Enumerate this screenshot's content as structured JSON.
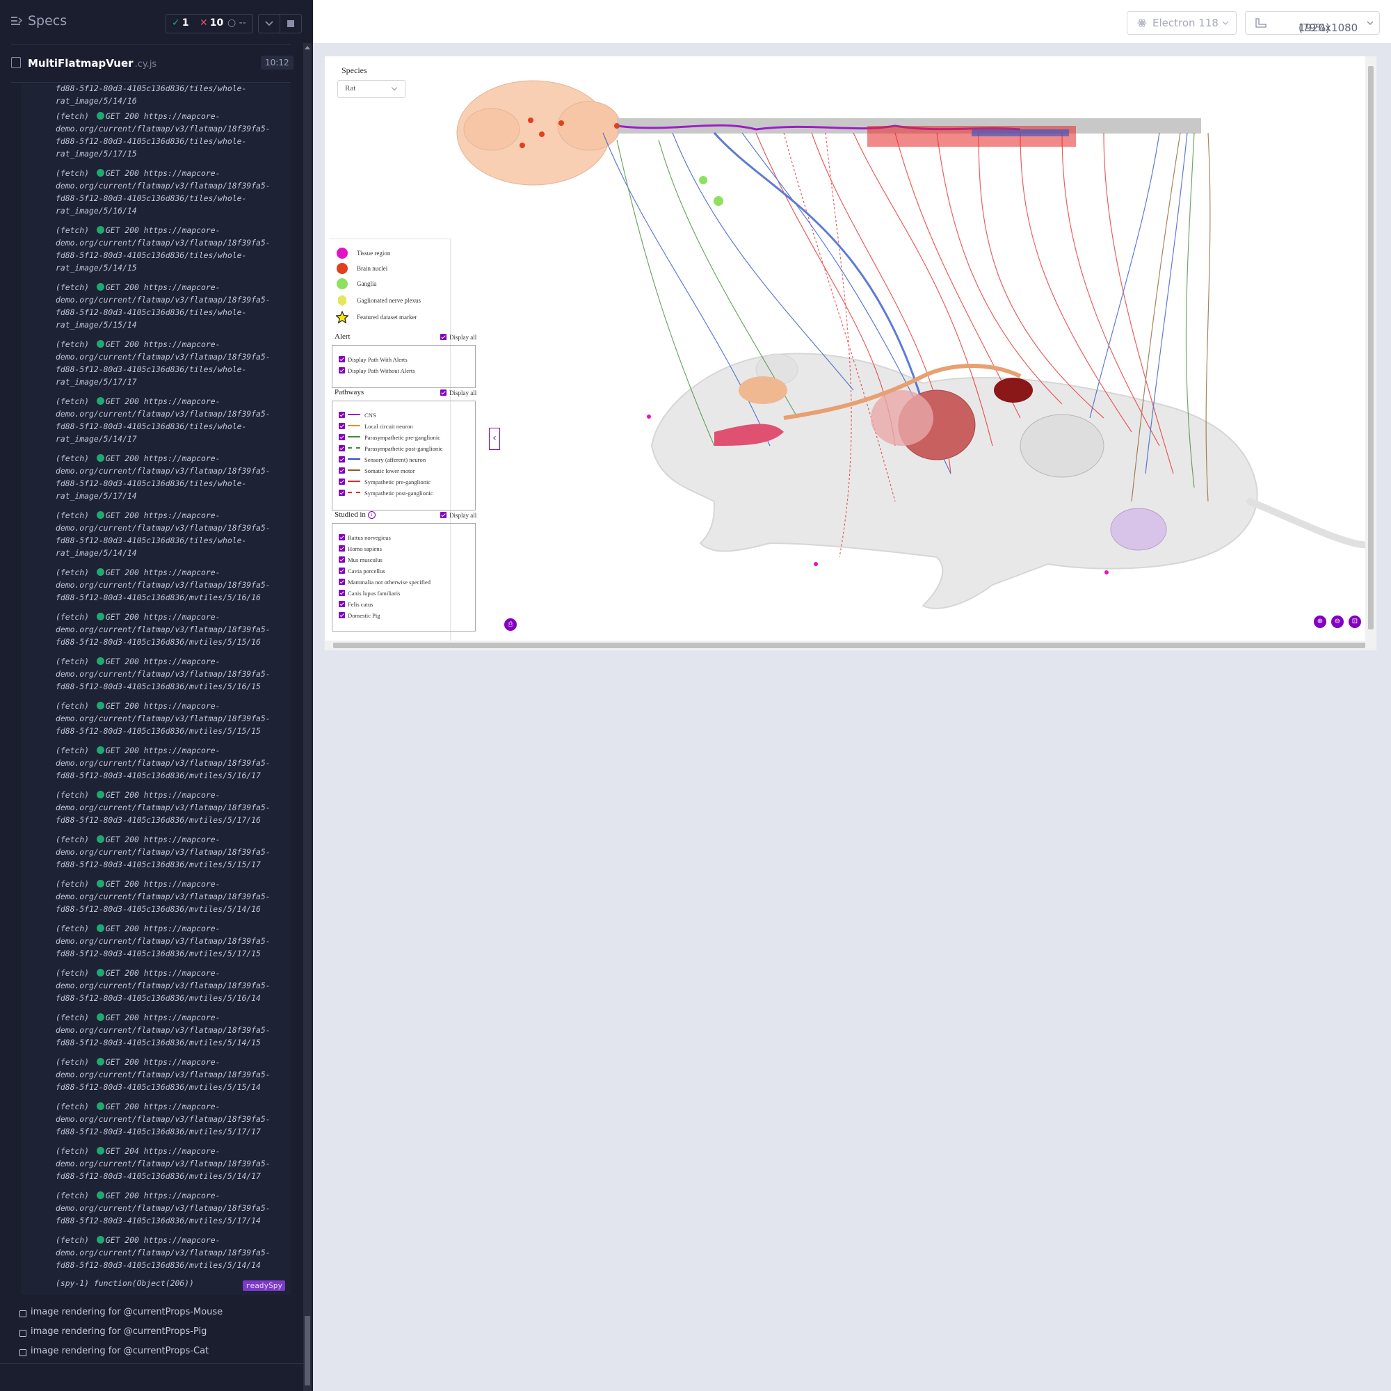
{
  "reporter": {
    "title": "Specs",
    "stats": {
      "passed": "1",
      "failed": "10",
      "pending": "--"
    },
    "spec_file": {
      "name": "MultiFlatmapVuer",
      "ext": ".cy.js",
      "duration": "10:12"
    },
    "log_first_tail": {
      "line1": "fd88-5f12-80d3-4105c136d836/tiles/whole-",
      "line2": "rat_image/5/14/16"
    },
    "log_entries": [
      {
        "kind": "(fetch)",
        "status": "GET 200",
        "l1": "https://mapcore-",
        "l2": "demo.org/current/flatmap/v3/flatmap/18f39fa5-",
        "l3": "fd88-5f12-80d3-4105c136d836/tiles/whole-",
        "l4": "rat_image/5/17/15"
      },
      {
        "kind": "(fetch)",
        "status": "GET 200",
        "l1": "https://mapcore-",
        "l2": "demo.org/current/flatmap/v3/flatmap/18f39fa5-",
        "l3": "fd88-5f12-80d3-4105c136d836/tiles/whole-",
        "l4": "rat_image/5/16/14"
      },
      {
        "kind": "(fetch)",
        "status": "GET 200",
        "l1": "https://mapcore-",
        "l2": "demo.org/current/flatmap/v3/flatmap/18f39fa5-",
        "l3": "fd88-5f12-80d3-4105c136d836/tiles/whole-",
        "l4": "rat_image/5/14/15"
      },
      {
        "kind": "(fetch)",
        "status": "GET 200",
        "l1": "https://mapcore-",
        "l2": "demo.org/current/flatmap/v3/flatmap/18f39fa5-",
        "l3": "fd88-5f12-80d3-4105c136d836/tiles/whole-",
        "l4": "rat_image/5/15/14"
      },
      {
        "kind": "(fetch)",
        "status": "GET 200",
        "l1": "https://mapcore-",
        "l2": "demo.org/current/flatmap/v3/flatmap/18f39fa5-",
        "l3": "fd88-5f12-80d3-4105c136d836/tiles/whole-",
        "l4": "rat_image/5/17/17"
      },
      {
        "kind": "(fetch)",
        "status": "GET 200",
        "l1": "https://mapcore-",
        "l2": "demo.org/current/flatmap/v3/flatmap/18f39fa5-",
        "l3": "fd88-5f12-80d3-4105c136d836/tiles/whole-",
        "l4": "rat_image/5/14/17"
      },
      {
        "kind": "(fetch)",
        "status": "GET 200",
        "l1": "https://mapcore-",
        "l2": "demo.org/current/flatmap/v3/flatmap/18f39fa5-",
        "l3": "fd88-5f12-80d3-4105c136d836/tiles/whole-",
        "l4": "rat_image/5/17/14"
      },
      {
        "kind": "(fetch)",
        "status": "GET 200",
        "l1": "https://mapcore-",
        "l2": "demo.org/current/flatmap/v3/flatmap/18f39fa5-",
        "l3": "fd88-5f12-80d3-4105c136d836/tiles/whole-",
        "l4": "rat_image/5/14/14"
      },
      {
        "kind": "(fetch)",
        "status": "GET 200",
        "l1": "https://mapcore-",
        "l2": "demo.org/current/flatmap/v3/flatmap/18f39fa5-",
        "l3": "fd88-5f12-80d3-4105c136d836/mvtiles/5/16/16"
      },
      {
        "kind": "(fetch)",
        "status": "GET 200",
        "l1": "https://mapcore-",
        "l2": "demo.org/current/flatmap/v3/flatmap/18f39fa5-",
        "l3": "fd88-5f12-80d3-4105c136d836/mvtiles/5/15/16"
      },
      {
        "kind": "(fetch)",
        "status": "GET 200",
        "l1": "https://mapcore-",
        "l2": "demo.org/current/flatmap/v3/flatmap/18f39fa5-",
        "l3": "fd88-5f12-80d3-4105c136d836/mvtiles/5/16/15"
      },
      {
        "kind": "(fetch)",
        "status": "GET 200",
        "l1": "https://mapcore-",
        "l2": "demo.org/current/flatmap/v3/flatmap/18f39fa5-",
        "l3": "fd88-5f12-80d3-4105c136d836/mvtiles/5/15/15"
      },
      {
        "kind": "(fetch)",
        "status": "GET 200",
        "l1": "https://mapcore-",
        "l2": "demo.org/current/flatmap/v3/flatmap/18f39fa5-",
        "l3": "fd88-5f12-80d3-4105c136d836/mvtiles/5/16/17"
      },
      {
        "kind": "(fetch)",
        "status": "GET 200",
        "l1": "https://mapcore-",
        "l2": "demo.org/current/flatmap/v3/flatmap/18f39fa5-",
        "l3": "fd88-5f12-80d3-4105c136d836/mvtiles/5/17/16"
      },
      {
        "kind": "(fetch)",
        "status": "GET 200",
        "l1": "https://mapcore-",
        "l2": "demo.org/current/flatmap/v3/flatmap/18f39fa5-",
        "l3": "fd88-5f12-80d3-4105c136d836/mvtiles/5/15/17"
      },
      {
        "kind": "(fetch)",
        "status": "GET 200",
        "l1": "https://mapcore-",
        "l2": "demo.org/current/flatmap/v3/flatmap/18f39fa5-",
        "l3": "fd88-5f12-80d3-4105c136d836/mvtiles/5/14/16"
      },
      {
        "kind": "(fetch)",
        "status": "GET 200",
        "l1": "https://mapcore-",
        "l2": "demo.org/current/flatmap/v3/flatmap/18f39fa5-",
        "l3": "fd88-5f12-80d3-4105c136d836/mvtiles/5/17/15"
      },
      {
        "kind": "(fetch)",
        "status": "GET 200",
        "l1": "https://mapcore-",
        "l2": "demo.org/current/flatmap/v3/flatmap/18f39fa5-",
        "l3": "fd88-5f12-80d3-4105c136d836/mvtiles/5/16/14"
      },
      {
        "kind": "(fetch)",
        "status": "GET 200",
        "l1": "https://mapcore-",
        "l2": "demo.org/current/flatmap/v3/flatmap/18f39fa5-",
        "l3": "fd88-5f12-80d3-4105c136d836/mvtiles/5/14/15"
      },
      {
        "kind": "(fetch)",
        "status": "GET 200",
        "l1": "https://mapcore-",
        "l2": "demo.org/current/flatmap/v3/flatmap/18f39fa5-",
        "l3": "fd88-5f12-80d3-4105c136d836/mvtiles/5/15/14"
      },
      {
        "kind": "(fetch)",
        "status": "GET 200",
        "l1": "https://mapcore-",
        "l2": "demo.org/current/flatmap/v3/flatmap/18f39fa5-",
        "l3": "fd88-5f12-80d3-4105c136d836/mvtiles/5/17/17"
      },
      {
        "kind": "(fetch)",
        "status": "GET 204",
        "l1": "https://mapcore-",
        "l2": "demo.org/current/flatmap/v3/flatmap/18f39fa5-",
        "l3": "fd88-5f12-80d3-4105c136d836/mvtiles/5/14/17"
      },
      {
        "kind": "(fetch)",
        "status": "GET 200",
        "l1": "https://mapcore-",
        "l2": "demo.org/current/flatmap/v3/flatmap/18f39fa5-",
        "l3": "fd88-5f12-80d3-4105c136d836/mvtiles/5/17/14"
      },
      {
        "kind": "(fetch)",
        "status": "GET 200",
        "l1": "https://mapcore-",
        "l2": "demo.org/current/flatmap/v3/flatmap/18f39fa5-",
        "l3": "fd88-5f12-80d3-4105c136d836/mvtiles/5/14/14"
      }
    ],
    "spy_line": "(spy-1)  function(Object(206))",
    "spy_badge": "readySpy",
    "tests": [
      "image rendering for @currentProps-Mouse",
      "image rendering for @currentProps-Pig",
      "image rendering for @currentProps-Cat"
    ]
  },
  "toolbar": {
    "browser": "Electron 118",
    "viewport": "1920x1080",
    "scale": "(79%)"
  },
  "app": {
    "species_label": "Species",
    "species_value": "Rat",
    "legend": {
      "markers": [
        {
          "label": "Tissue region",
          "color": "#e412c6"
        },
        {
          "label": "Brain nuclei",
          "color": "#e04020"
        },
        {
          "label": "Ganglia",
          "color": "#90e060"
        },
        {
          "label": "Gaglionated nerve plexus",
          "color": "#e6e65a"
        },
        {
          "label": "Featured dataset marker",
          "color": "#ffe800"
        }
      ],
      "alert_title": "Alert",
      "display_all": "Display all",
      "alert_items": [
        "Display Path With Alerts",
        "Display Path Without Alerts"
      ],
      "pathways_title": "Pathways",
      "pathways": [
        {
          "label": "CNS",
          "color": "#9b1fc6",
          "style": "solid"
        },
        {
          "label": "Local circuit neuron",
          "color": "#f08c1e",
          "style": "solid"
        },
        {
          "label": "Parasympathetic pre-ganglionic",
          "color": "#3c8c32",
          "style": "solid"
        },
        {
          "label": "Parasympathetic post-ganglionic",
          "color": "#3c8c32",
          "style": "dashed"
        },
        {
          "label": "Sensory (afferent) neuron",
          "color": "#2850c8",
          "style": "solid"
        },
        {
          "label": "Somatic lower motor",
          "color": "#8c5a28",
          "style": "solid"
        },
        {
          "label": "Sympathetic pre-ganglionic",
          "color": "#e62828",
          "style": "solid"
        },
        {
          "label": "Sympathetic post-ganglionic",
          "color": "#e62828",
          "style": "dashed"
        }
      ],
      "studied_title": "Studied in",
      "studied": [
        "Rattus norvegicus",
        "Homo sapiens",
        "Mus musculus",
        "Cavia porcellus",
        "Mammalia not otherwise specified",
        "Canis lupus familiaris",
        "Felis catus",
        "Domestic Pig"
      ]
    }
  }
}
